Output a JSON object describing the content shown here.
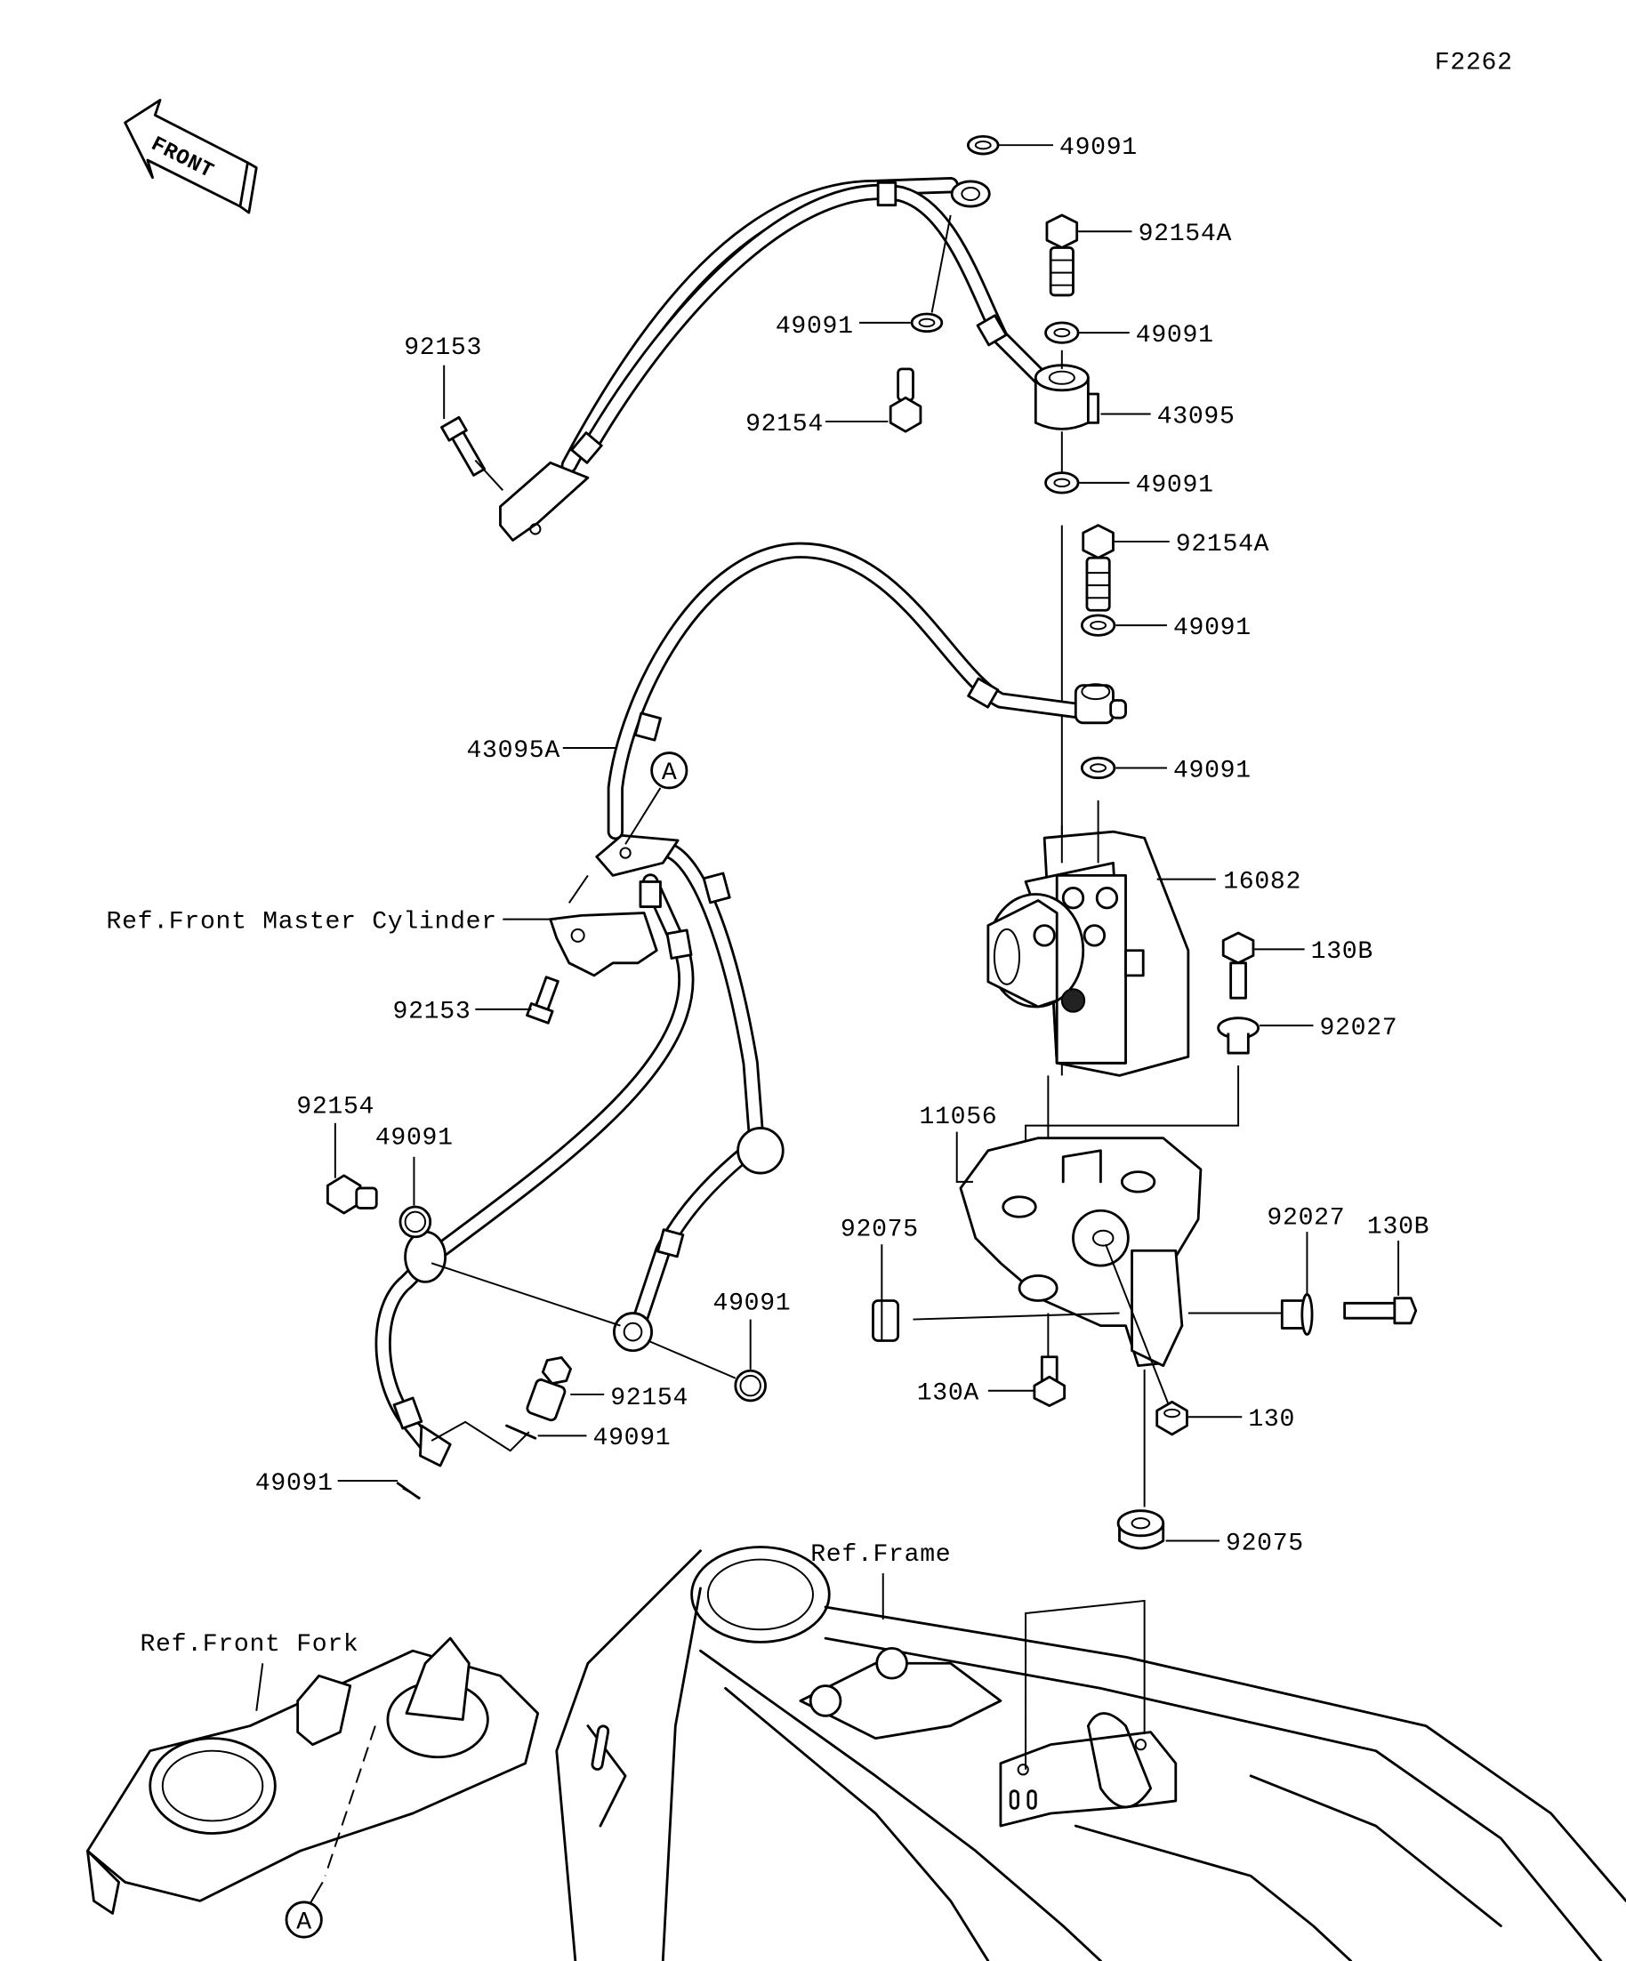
{
  "diagram_id": "F2262",
  "front_arrow_label": "FRONT",
  "callouts": {
    "c49091_top": "49091",
    "c92154A_top": "92154A",
    "c49091_left": "49091",
    "c49091_r1": "49091",
    "c92153_top": "92153",
    "c92154_mid": "92154",
    "c43095": "43095",
    "c49091_r2": "49091",
    "c92154A_mid": "92154A",
    "c49091_r3": "49091",
    "c43095A": "43095A",
    "circleA_top": "A",
    "c49091_r4": "49091",
    "c16082": "16082",
    "ref_master_cyl": "Ref.Front Master Cylinder",
    "c130B_top": "130B",
    "c92153_mid": "92153",
    "c92027_top": "92027",
    "c11056": "11056",
    "c92154_left": "92154",
    "c49091_left2": "49091",
    "c92075_left": "92075",
    "c92027_right": "92027",
    "c130B_right": "130B",
    "c49091_lower": "49091",
    "c92154_lower": "92154",
    "c130A": "130A",
    "c130": "130",
    "c49091_lower2": "49091",
    "c49091_bottom": "49091",
    "ref_frame": "Ref.Frame",
    "c92075_bottom": "92075",
    "ref_front_fork": "Ref.Front Fork",
    "circleA_bottom": "A"
  }
}
